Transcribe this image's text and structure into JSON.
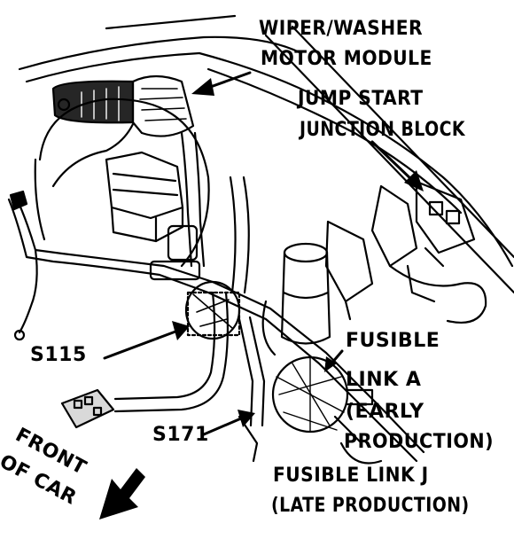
{
  "labels": {
    "wiper_washer_line1": "WIPER/WASHER",
    "wiper_washer_line2": "MOTOR MODULE",
    "jump_start_line1": "JUMP START",
    "jump_start_line2": "JUNCTION BLOCK",
    "s115": "S115",
    "s171": "S171",
    "fusible_link_a_line1": "FUSIBLE",
    "fusible_link_a_line2": "LINK A",
    "fusible_link_a_line3": "(EARLY",
    "fusible_link_a_line4": "PRODUCTION)",
    "fusible_link_j_line1": "FUSIBLE LINK J",
    "fusible_link_j_line2": "(LATE PRODUCTION)",
    "front_of_car_line1": "FRONT",
    "front_of_car_line2": "OF CAR"
  },
  "colors": {
    "ink": "#000000",
    "paper": "#ffffff"
  }
}
